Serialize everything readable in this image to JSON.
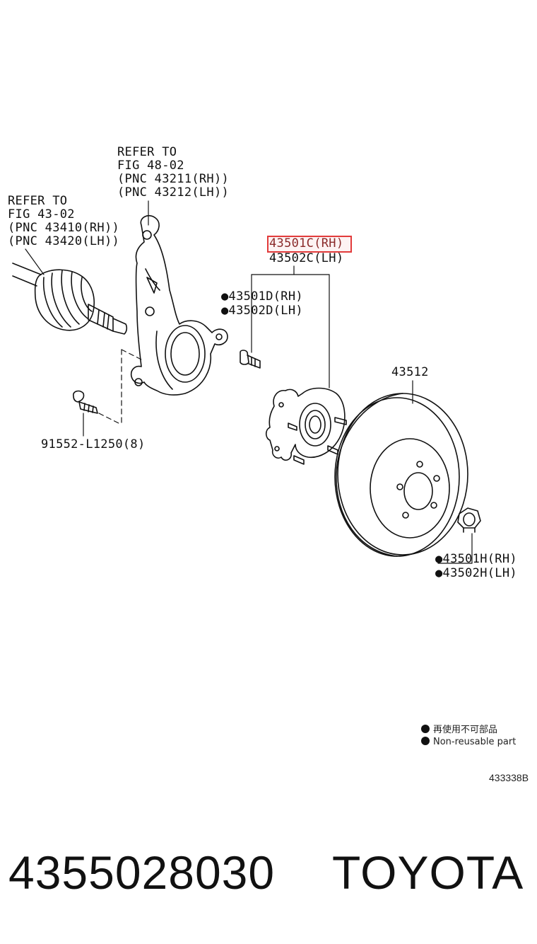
{
  "labels": {
    "knuckle_ref": [
      "REFER TO",
      "FIG 48-02",
      "(PNC 43211(RH))",
      "(PNC 43212(LH))"
    ],
    "shaft_ref": [
      "REFER TO",
      "FIG 43-02",
      "(PNC 43410(RH))",
      "(PNC 43420(LH))"
    ],
    "hub_rh": "43501C(RH)",
    "hub_lh": "43502C(LH)",
    "bolt_rh": "●43501D(RH)",
    "bolt_lh": "●43502D(LH)",
    "disc": "43512",
    "knuckle_bolt": "91552-L1250(8)",
    "nut_rh": "●43501H(RH)",
    "nut_lh": "●43502H(LH)"
  },
  "legend": {
    "line1": "再使用不可部品",
    "line2": "Non-reusable part"
  },
  "figure_number": "433338B",
  "footer": {
    "part_number": "4355028030",
    "brand": "TOYOTA"
  },
  "colors": {
    "highlight": "#e23b3b",
    "ink": "#111111"
  }
}
